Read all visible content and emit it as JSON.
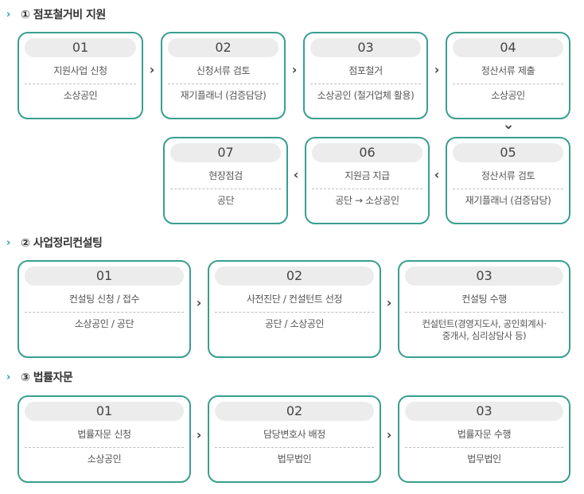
{
  "sections": [
    {
      "heading": "① 점포철거비 지원",
      "steps": [
        {
          "num": "01",
          "title": "지원사업 신청",
          "who": "소상공인"
        },
        {
          "num": "02",
          "title": "신청서류 검토",
          "who": "재기플래너 (검증담당)"
        },
        {
          "num": "03",
          "title": "점포철거",
          "who": "소상공인 (철거업체 활용)"
        },
        {
          "num": "04",
          "title": "정산서류 제출",
          "who": "소상공인"
        },
        {
          "num": "05",
          "title": "정산서류 검토",
          "who": "재기플래너 (검증담당)"
        },
        {
          "num": "06",
          "title": "지원금 지급",
          "who": "공단 → 소상공인"
        },
        {
          "num": "07",
          "title": "현장점검",
          "who": "공단"
        }
      ]
    },
    {
      "heading": "② 사업정리컨설팅",
      "steps": [
        {
          "num": "01",
          "title": "컨설팅 신청 / 접수",
          "who": "소상공인 / 공단"
        },
        {
          "num": "02",
          "title": "사전진단 / 컨설턴트 선정",
          "who": "공단 / 소상공인"
        },
        {
          "num": "03",
          "title": "컨설팅 수행",
          "who": "컨설턴트(경영지도사, 공인회계사·\n중개사, 심리상담사 등)"
        }
      ]
    },
    {
      "heading": "③ 법률자문",
      "steps": [
        {
          "num": "01",
          "title": "법률자문 신청",
          "who": "소상공인"
        },
        {
          "num": "02",
          "title": "담당변호사 배정",
          "who": "법무법인"
        },
        {
          "num": "03",
          "title": "법률자문 수행",
          "who": "법무법인"
        }
      ]
    }
  ],
  "icons": {
    "heading_chevron": "›",
    "arrow_right": "›",
    "arrow_left": "‹",
    "arrow_down": "⌄"
  },
  "colors": {
    "border": "#3a9e8f",
    "accent": "#1fa296",
    "num_bg": "#ececec"
  }
}
